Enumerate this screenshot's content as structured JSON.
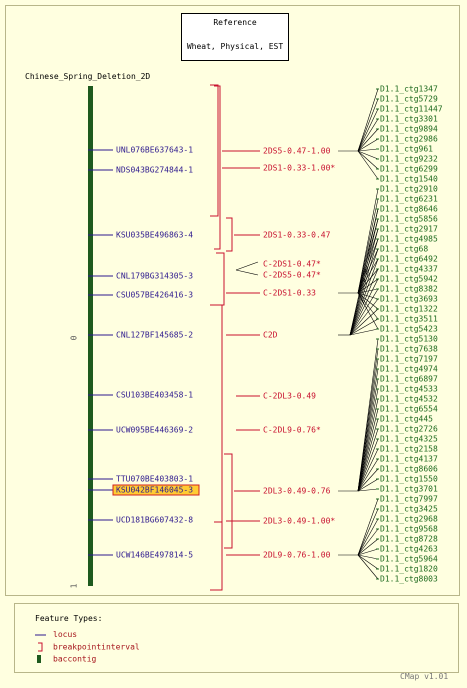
{
  "reference": {
    "title": "Reference",
    "subtitle": "Wheat, Physical, EST"
  },
  "map_title": "Chinese_Spring_Deletion_2D",
  "axis": {
    "start": "0",
    "end": "1"
  },
  "loci": [
    "UNL076BE637643-1",
    "NDS043BG274844-1",
    "KSU035BE496863-4",
    "CNL179BG314305-3",
    "CSU057BE426416-3",
    "CNL127BF145685-2",
    "CSU103BE403458-1",
    "UCW095BE446369-2",
    "TTU070BE403803-1",
    "KSU042BF146045-3",
    "UCD181BG607432-8",
    "UCW146BE497814-5"
  ],
  "highlighted_locus": "KSU042BF146045-3",
  "intervals": [
    "2DS5-0.47-1.00",
    "2DS1-0.33-1.00*",
    "2DS1-0.33-0.47",
    "C-2DS1-0.47*",
    "C-2DS5-0.47*",
    "C-2DS1-0.33",
    "C2D",
    "C-2DL3-0.49",
    "C-2DL9-0.76*",
    "2DL3-0.49-0.76",
    "2DL3-0.49-1.00*",
    "2DL9-0.76-1.00"
  ],
  "contigs": [
    "D1.1_ctg1347",
    "D1.1_ctg5729",
    "D1.1_ctg11447",
    "D1.1_ctg3301",
    "D1.1_ctg9894",
    "D1.1_ctg2986",
    "D1.1_ctg961",
    "D1.1_ctg9232",
    "D1.1_ctg6299",
    "D1.1_ctg1540",
    "D1.1_ctg2910",
    "D1.1_ctg6231",
    "D1.1_ctg8646",
    "D1.1_ctg5856",
    "D1.1_ctg2917",
    "D1.1_ctg4985",
    "D1.1_ctg68",
    "D1.1_ctg6492",
    "D1.1_ctg4337",
    "D1.1_ctg5942",
    "D1.1_ctg8382",
    "D1.1_ctg3693",
    "D1.1_ctg1322",
    "D1.1_ctg3511",
    "D1.1_ctg5423",
    "D1.1_ctg5130",
    "D1.1_ctg7638",
    "D1.1_ctg7197",
    "D1.1_ctg4974",
    "D1.1_ctg6897",
    "D1.1_ctg4533",
    "D1.1_ctg4532",
    "D1.1_ctg6554",
    "D1.1_ctg445",
    "D1.1_ctg2726",
    "D1.1_ctg4325",
    "D1.1_ctg2158",
    "D1.1_ctg4137",
    "D1.1_ctg8606",
    "D1.1_ctg1550",
    "D1.1_ctg3701",
    "D1.1_ctg7997",
    "D1.1_ctg3425",
    "D1.1_ctg2968",
    "D1.1_ctg9568",
    "D1.1_ctg8728",
    "D1.1_ctg4263",
    "D1.1_ctg5964",
    "D1.1_ctg1820",
    "D1.1_ctg8003"
  ],
  "legend": {
    "title": "Feature Types:",
    "items": [
      "locus",
      "breakpointinterval",
      "baccontig"
    ]
  },
  "version": "CMap v1.01",
  "colors": {
    "background": "#ffffe0",
    "locus": "#2e1a8e",
    "interval": "#c8102e",
    "contig": "#1f6b1f",
    "map_bar": "#1e5a1e",
    "highlight": "#ffcc33"
  }
}
